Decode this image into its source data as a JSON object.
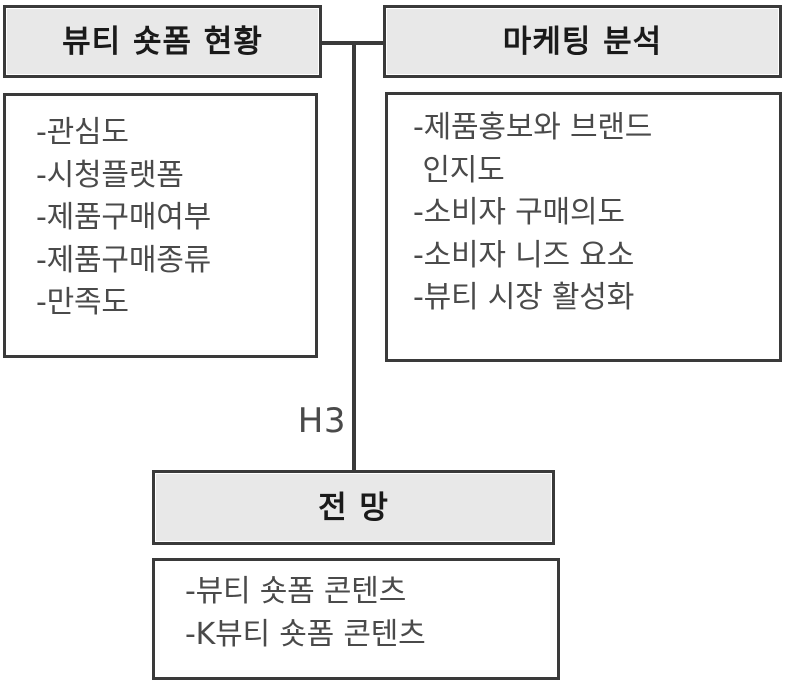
{
  "diagram": {
    "type": "hierarchy-block-diagram",
    "language": "ko",
    "colors": {
      "header_fill": "#e8e8e8",
      "body_fill": "#ffffff",
      "border": "#3a3a3a",
      "header_text": "#1a1a1a",
      "body_text": "#4a4a4a",
      "page_background": "#ffffff"
    },
    "nodes": {
      "status": {
        "header": "뷰티 숏폼 현황",
        "items": [
          "-관심도",
          "-시청플랫폼",
          "-제품구매여부",
          "-제품구매종류",
          "-만족도"
        ]
      },
      "marketing": {
        "header": "마케팅 분석",
        "items": [
          "-제품홍보와 브랜드\n 인지도",
          "-소비자 구매의도",
          "-소비자 니즈 요소",
          "-뷰티 시장 활성화"
        ]
      },
      "outlook": {
        "header": "전 망",
        "items": [
          "-뷰티 숏폼 콘텐츠",
          "-K뷰티 숏폼 콘텐츠"
        ]
      }
    },
    "connectors": {
      "hypothesis_label": "H3"
    }
  }
}
